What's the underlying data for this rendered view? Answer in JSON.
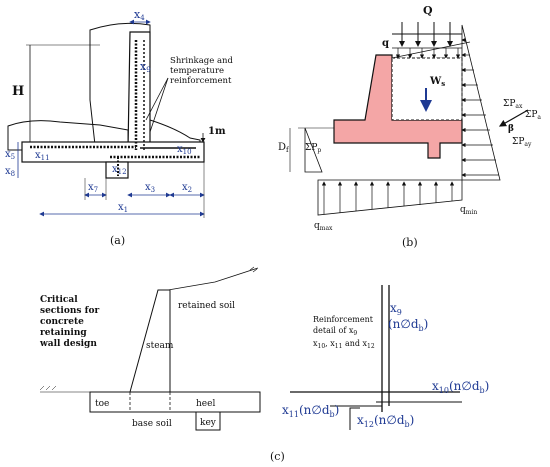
{
  "panel_a": {
    "H": "H",
    "x4": "x",
    "x4_sub": "4",
    "x9": "x",
    "x9_sub": "9",
    "note_line1": "Shrinkage and",
    "note_line2": "temperature",
    "note_line3": "reinforcement",
    "dim_1m": "1m",
    "x5": "x",
    "x5_sub": "5",
    "x8": "x",
    "x8_sub": "8",
    "x11": "x",
    "x11_sub": "11",
    "x12": "x",
    "x12_sub": "12",
    "x10": "x",
    "x10_sub": "10",
    "x7": "x",
    "x7_sub": "7",
    "x3": "x",
    "x3_sub": "3",
    "x2": "x",
    "x2_sub": "2",
    "x1": "x",
    "x1_sub": "1",
    "caption": "(a)"
  },
  "panel_b": {
    "Q": "Q",
    "q": "q",
    "beta_top": "β",
    "Ws": "W",
    "Ws_sub": "s",
    "Df": "D",
    "Df_sub": "f",
    "Pp": "ΣP",
    "Pp_sub": "p",
    "Pax": "ΣP",
    "Pax_sub": "ax",
    "Pa": "ΣP",
    "Pa_sub": "a",
    "beta_side": "β",
    "Pay": "ΣP",
    "Pay_sub": "ay",
    "qmax": "q",
    "qmax_sub": "max",
    "qmin": "q",
    "qmin_sub": "min",
    "caption": "(b)"
  },
  "panel_c": {
    "crit_line1": "Critical",
    "crit_line2": "sections for",
    "crit_line3": "concrete",
    "crit_line4": "retaining",
    "crit_line5": "wall design",
    "retained_soil": "retained soil",
    "steam": "steam",
    "toe": "toe",
    "heel": "heel",
    "base_soil": "base soil",
    "key": "key",
    "reinf_line1": "Reinforcement",
    "reinf_line2": "detail of x",
    "reinf_line2_sub": "9",
    "reinf_line3": "x",
    "reinf_line3_sub1": "10",
    "reinf_line3_mid": ", x",
    "reinf_line3_sub2": "11",
    "reinf_line3_end": " and x",
    "reinf_line3_sub3": "12",
    "rx9": "x",
    "rx9_sub": "9",
    "rx9_bar": "(n∅d",
    "rx9_bar_sub": "b",
    "rx10": "x",
    "rx10_sub": "10",
    "rx10_bar": "(n∅d",
    "rx10_bar_sub": "b",
    "rx11": "x",
    "rx11_sub": "11",
    "rx11_bar": "(n∅d",
    "rx11_bar_sub": "b",
    "rx12": "x",
    "rx12_sub": "12",
    "rx12_bar": "(n∅d",
    "rx12_bar_sub": "b",
    "caption": "(c)"
  },
  "colors": {
    "concrete_fill": "#f4a6a6",
    "label_blue": "#1f3a93",
    "line": "#111111"
  }
}
